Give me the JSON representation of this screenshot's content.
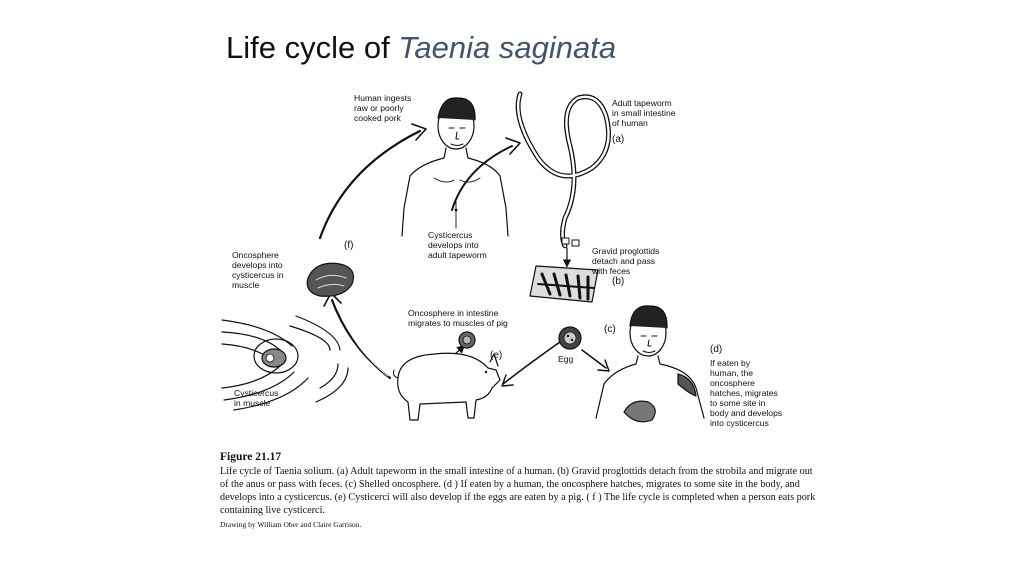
{
  "slide": {
    "title_plain": "Life cycle of ",
    "title_italic": "Taenia saginata"
  },
  "figure": {
    "labels": {
      "human_ingests": "Human ingests\nraw or poorly\ncooked pork",
      "adult_tapeworm": "Adult tapeworm\nin small intestine\nof human",
      "cysticercus_develops": "Cysticercus\ndevelops into\nadult tapeworm",
      "gravid_proglottids": "Gravid proglottids\ndetach and pass\nwith feces",
      "oncosphere_develops": "Oncosphere\ndevelops into\ncysticercus in\nmuscle",
      "oncosphere_intestine": "Oncosphere in intestine\nmigrates to muscles of pig",
      "egg": "Egg",
      "if_eaten": "If eaten by\nhuman, the\noncosphere\nhatches, migrates\nto some site in\nbody and develops\ninto cysticercus",
      "cysticercus_muscle": "Cysticercus\nin muscle"
    },
    "markers": {
      "a": "(a)",
      "b": "(b)",
      "c": "(c)",
      "d": "(d)",
      "e": "(e)",
      "f": "(f)"
    },
    "caption": {
      "heading": "Figure 21.17",
      "body": "Life cycle of Taenia solium. (a) Adult tapeworm in the small intestine of a human. (b) Gravid proglottids detach from the strobila and migrate out of the anus or pass with feces. (c) Shelled oncosphere. (d ) If eaten by a human, the oncosphere hatches, migrates to some site in the body, and develops into a cysticercus. (e) Cysticerci will also develop if the eggs are eaten by a pig. ( f ) The life cycle is completed when a person eats pork containing live cysticerci.",
      "credit": "Drawing by William Ober and Claire Garrison."
    }
  }
}
